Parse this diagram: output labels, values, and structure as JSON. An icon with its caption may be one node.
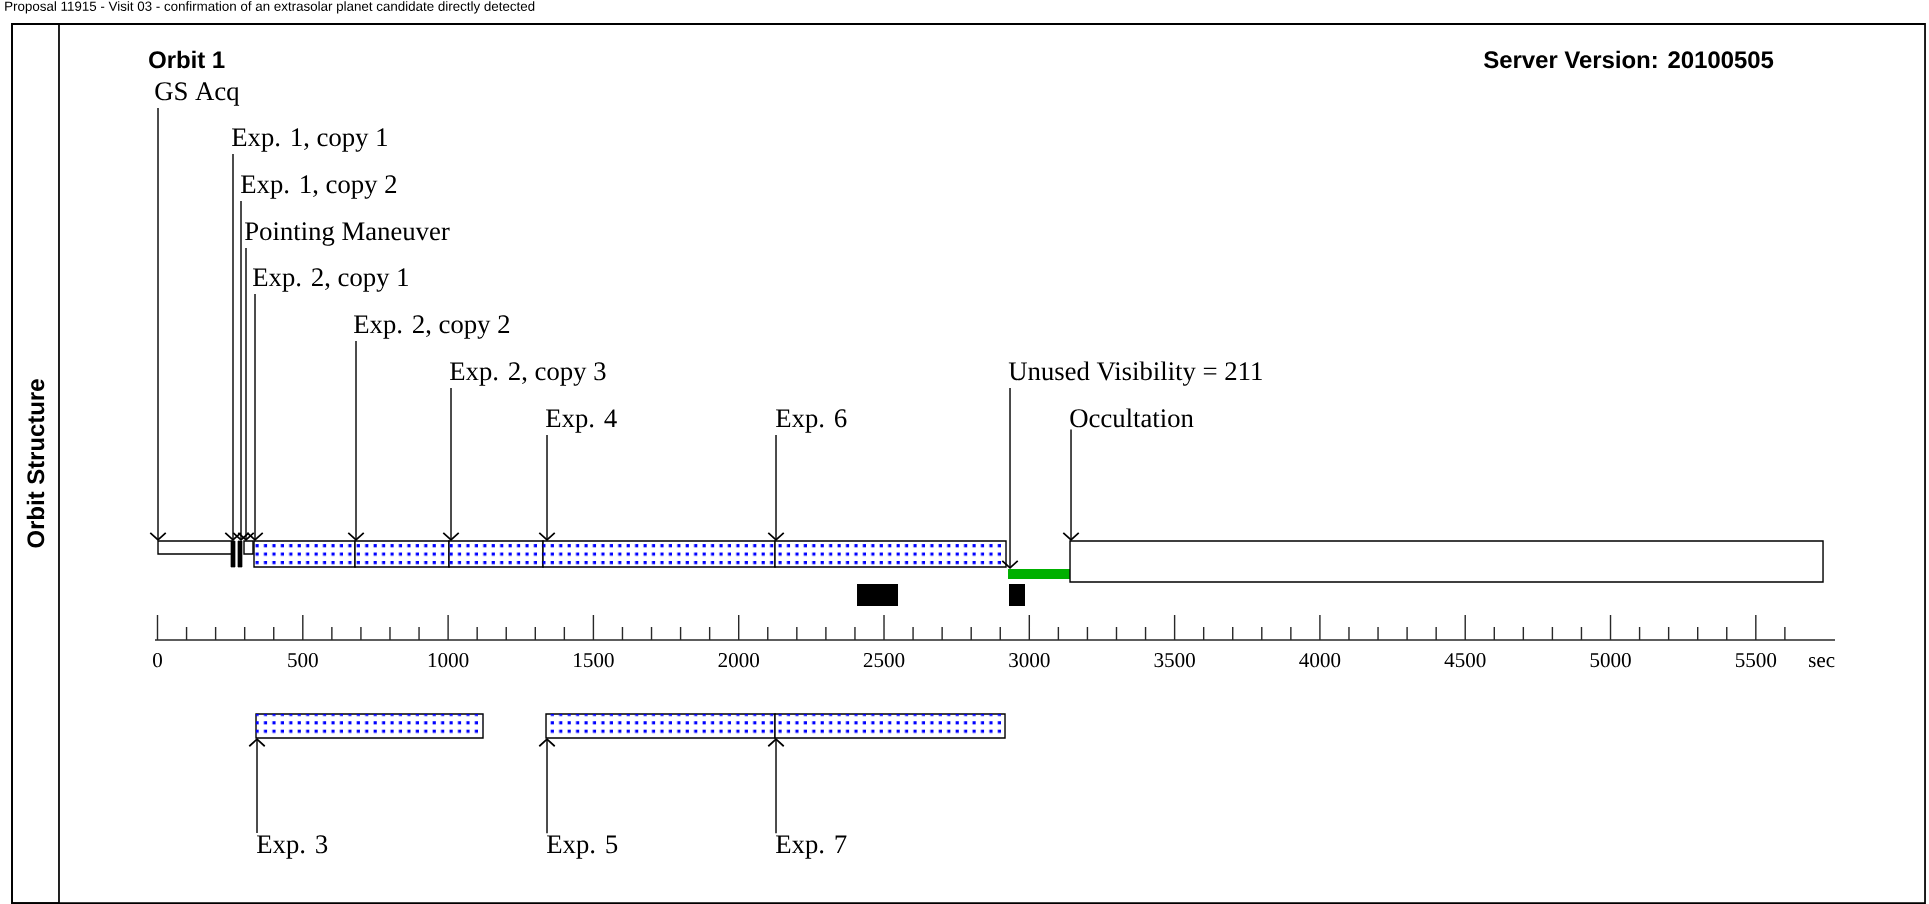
{
  "diagram": {
    "title": "Proposal 11915 - Visit 03 - confirmation of an extrasolar planet candidate directly detected",
    "nodes": [
      {
        "text": [
          "Orbit Structure"
        ]
      },
      {
        "text": [
          "GS Acq"
        ]
      },
      {
        "text": [
          "Exp. 1, copy 1"
        ]
      },
      {
        "text": [
          "Exp. 1, copy 2"
        ]
      },
      {
        "text": [
          "Pointing Maneuver"
        ]
      },
      {
        "text": [
          "Exp. 2, copy 1"
        ]
      },
      {
        "text": [
          "Exp. 2, copy 2"
        ]
      },
      {
        "text": [
          "Exp. 2, copy 3"
        ]
      },
      {
        "text": [
          "Exp. 4"
        ]
      },
      {
        "text": [
          "Exp. 6"
        ]
      },
      {
        "text": [
          "Unused Visibility = 211"
        ]
      },
      {
        "text": [
          "Occultation"
        ]
      },
      {
        "text": [
          "Exp. 3"
        ]
      },
      {
        "text": [
          "Exp. 5"
        ]
      },
      {
        "text": [
          "Exp. 7"
        ]
      },
      {
        "text": [],
        "shape": "bar"
      },
      {
        "text": [],
        "shape": "bar"
      },
      {
        "text": [],
        "shape": "bar"
      },
      {
        "text": [],
        "shape": "bar"
      },
      {
        "text": [],
        "shape": "bar"
      },
      {
        "text": [],
        "shape": "bar"
      },
      {
        "text": [],
        "shape": "bar"
      },
      {
        "text": [],
        "shape": "bar"
      },
      {
        "text": [],
        "shape": "bar"
      },
      {
        "text": [],
        "shape": "bar"
      },
      {
        "text": [],
        "shape": "bar"
      },
      {
        "text": [],
        "shape": "bar"
      },
      {
        "text": [],
        "shape": "bar"
      },
      {
        "text": [],
        "shape": "bar"
      }
    ],
    "edges": [
      {
        "from": 1,
        "to": 15,
        "arrow": "to"
      },
      {
        "from": 2,
        "to": 16,
        "arrow": "to"
      },
      {
        "from": 3,
        "to": 17,
        "arrow": "to"
      },
      {
        "from": 4,
        "to": 18,
        "arrow": "to"
      },
      {
        "from": 5,
        "to": 19,
        "arrow": "to"
      },
      {
        "from": 6,
        "to": 20,
        "arrow": "to"
      },
      {
        "from": 7,
        "to": 21,
        "arrow": "to"
      },
      {
        "from": 8,
        "to": 22,
        "arrow": "to"
      },
      {
        "from": 9,
        "to": 23,
        "arrow": "to"
      },
      {
        "from": 10,
        "to": 24,
        "arrow": "to"
      },
      {
        "from": 11,
        "to": 25,
        "arrow": "to"
      },
      {
        "from": 12,
        "to": 26,
        "arrow": "to"
      },
      {
        "from": 13,
        "to": 27,
        "arrow": "to"
      },
      {
        "from": 14,
        "to": 28,
        "arrow": "to"
      }
    ],
    "labels": [
      "Orbit 1",
      "Server Version: 20100505",
      "0",
      "500",
      "1000",
      "1500",
      "2000",
      "2500",
      "3000",
      "3500",
      "4000",
      "4500",
      "5000",
      "5500",
      "sec"
    ]
  }
}
